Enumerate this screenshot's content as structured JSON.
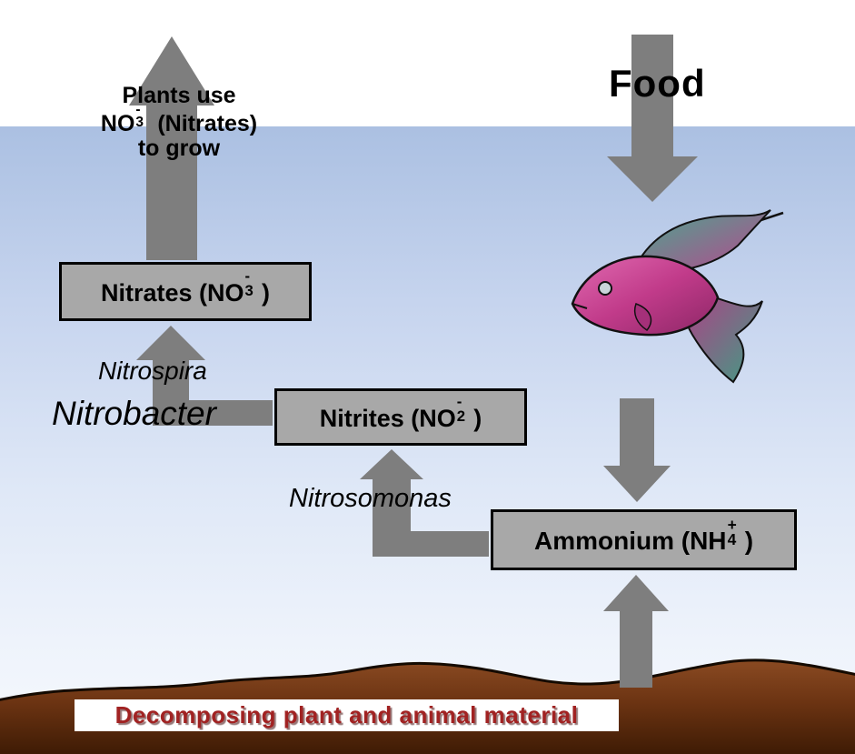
{
  "diagram": {
    "food_label": "Food",
    "plants": {
      "line1": "Plants use",
      "line2_pre": "NO",
      "line2_sub": "3",
      "line2_sup": "-",
      "line2_post": " (Nitrates)",
      "line3": "to grow"
    },
    "boxes": {
      "nitrates": {
        "pre": "Nitrates (NO",
        "sub": "3",
        "sup": "-",
        "post": ")"
      },
      "nitrites": {
        "pre": "Nitrites (NO",
        "sub": "2",
        "sup": "-",
        "post": ")"
      },
      "ammonium": {
        "pre": "Ammonium (NH",
        "sub": "4",
        "sup": "+",
        "post": ")"
      }
    },
    "bacteria": {
      "nitrospira": "Nitrospira",
      "nitrobacter": "Nitrobacter",
      "nitrosomonas": "Nitrosomonas"
    },
    "caption": "Decomposing plant and animal material",
    "colors": {
      "arrow": "#7e7e7e",
      "box_fill": "#a8a8a8",
      "box_border": "#000000",
      "water_top": "#abc0e2",
      "water_bottom": "#f6f9fe",
      "ground_top": "#8a4a22",
      "ground_bottom": "#3c1a04",
      "caption_color": "#a12222"
    }
  }
}
